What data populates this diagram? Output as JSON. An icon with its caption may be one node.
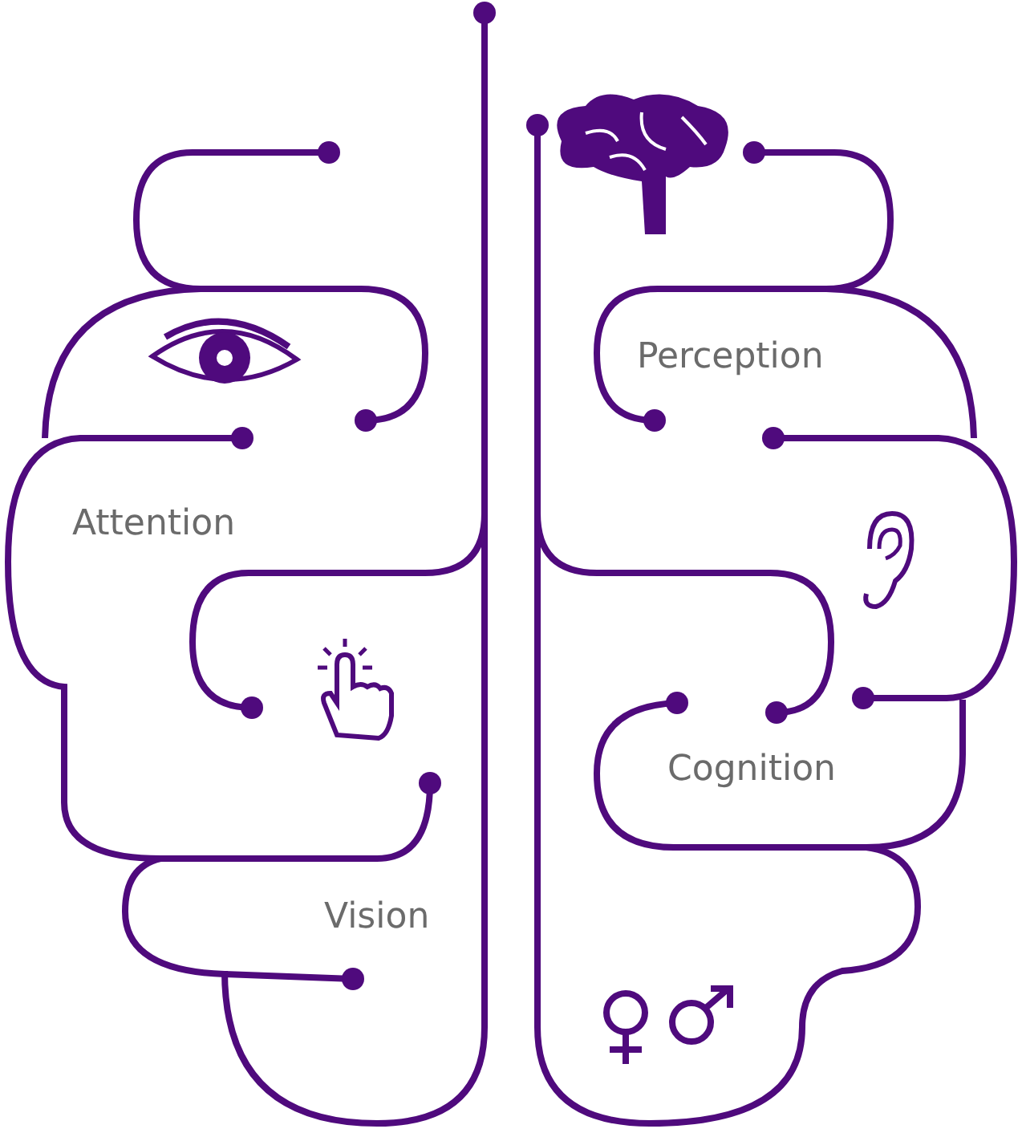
{
  "diagram": {
    "labels": [
      "Perception",
      "Attention",
      "Cognition",
      "Vision"
    ]
  }
}
